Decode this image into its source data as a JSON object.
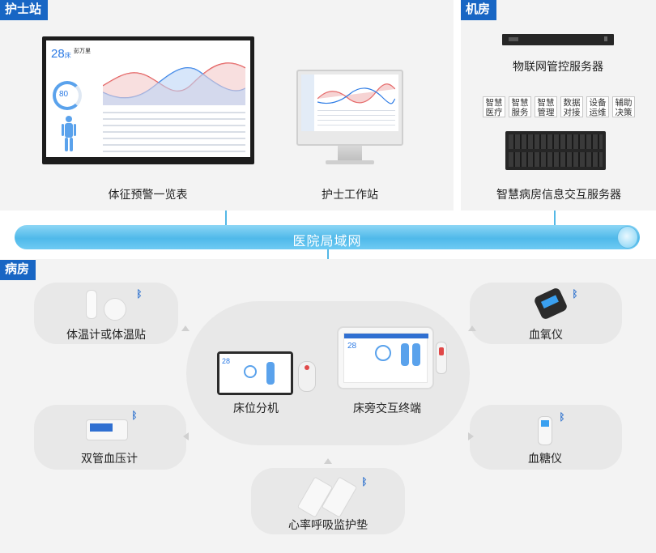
{
  "sections": {
    "nurse_station": "护士站",
    "machine_room": "机房",
    "ward": "病房"
  },
  "nurse_station": {
    "vitals_board": "体征预警一览表",
    "workstation": "护士工作站"
  },
  "machine_room": {
    "iot_server": "物联网管控服务器",
    "services": [
      "智慧医疗",
      "智慧服务",
      "智慧管理",
      "数据对接",
      "设备运维",
      "辅助决策"
    ],
    "ward_server": "智慧病房信息交互服务器"
  },
  "network": {
    "label": "医院局域网"
  },
  "ward": {
    "thermometer": "体温计或体温贴",
    "oximeter": "血氧仪",
    "bed_terminal": "床位分机",
    "bedside_terminal": "床旁交互终端",
    "bp_monitor": "双管血压计",
    "glucose_meter": "血糖仪",
    "sleep_pad": "心率呼吸监护垫"
  },
  "screen_text": {
    "bed_number": "28",
    "bed_unit": "床",
    "patient_name": "彭万里",
    "gauge_value": "80"
  },
  "colors": {
    "accent_blue": "#1866c4",
    "network_blue": "#4fb9ea",
    "panel_gray": "#f3f3f3",
    "chart_red": "#e04848",
    "chart_blue": "#2c7be5"
  },
  "icons": {
    "bluetooth": "bluetooth-icon"
  }
}
